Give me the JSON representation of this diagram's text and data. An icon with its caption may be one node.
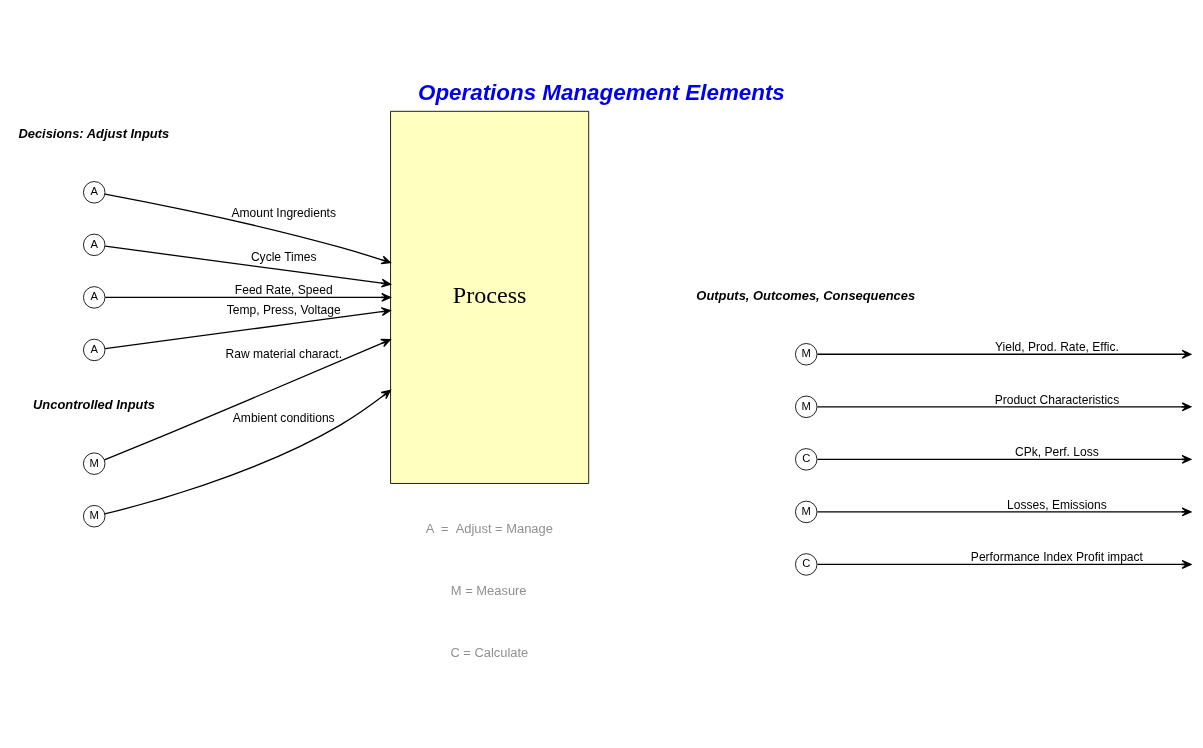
{
  "diagram": {
    "title": "Operations Management Elements",
    "nodes": [
      {
        "text": [
          "Process"
        ]
      },
      {
        "text": [
          "A"
        ]
      },
      {
        "text": [
          "A"
        ]
      },
      {
        "text": [
          "A"
        ]
      },
      {
        "text": [
          "A"
        ]
      },
      {
        "text": [
          "M"
        ]
      },
      {
        "text": [
          "M"
        ]
      },
      {
        "text": [
          "M"
        ]
      },
      {
        "text": [
          "M"
        ]
      },
      {
        "text": [
          "C"
        ]
      },
      {
        "text": [
          "M"
        ]
      },
      {
        "text": [
          "C"
        ]
      }
    ],
    "edges": [
      {
        "from": 1,
        "to": 0,
        "arrow": "to",
        "label": "Amount Ingredients"
      },
      {
        "from": 2,
        "to": 0,
        "arrow": "to",
        "label": "Cycle Times"
      },
      {
        "from": 3,
        "to": 0,
        "arrow": "to",
        "label": "Feed Rate, Speed"
      },
      {
        "from": 4,
        "to": 0,
        "arrow": "to",
        "label": "Temp, Press, Voltage"
      },
      {
        "from": 5,
        "to": 0,
        "arrow": "to",
        "label": "Raw material charact."
      },
      {
        "from": 6,
        "to": 0,
        "arrow": "to",
        "label": "Ambient conditions"
      },
      {
        "from": 7,
        "to": null,
        "arrow": "to",
        "label": "Yield, Prod. Rate, Effic."
      },
      {
        "from": 8,
        "to": null,
        "arrow": "to",
        "label": "Product Characteristics"
      },
      {
        "from": 9,
        "to": null,
        "arrow": "to",
        "label": "CPk, Perf. Loss"
      },
      {
        "from": 10,
        "to": null,
        "arrow": "to",
        "label": "Losses, Emissions"
      },
      {
        "from": 11,
        "to": null,
        "arrow": "to",
        "label": "Performance Index Profit impact"
      }
    ],
    "labels": [
      "Decisions: Adjust Inputs",
      "Uncontrolled Inputs",
      "Outputs, Outcomes, Consequences",
      "A  =  Adjust = Manage",
      "M = Measure",
      "C = Calculate"
    ]
  }
}
